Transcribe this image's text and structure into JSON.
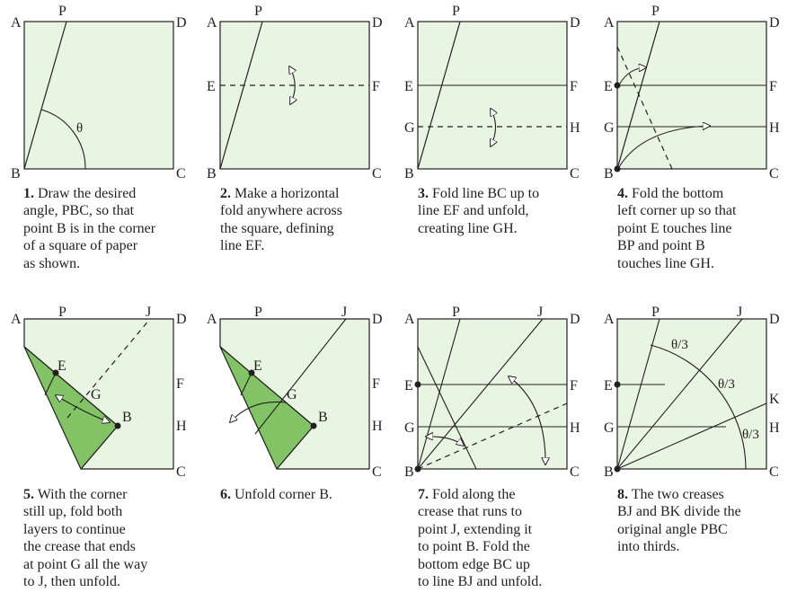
{
  "colors": {
    "paper": "#e8f5e3",
    "fold": "#82c465",
    "ink": "#231f20"
  },
  "labels": {
    "A": "A",
    "B": "B",
    "C": "C",
    "D": "D",
    "E": "E",
    "F": "F",
    "G": "G",
    "H": "H",
    "P": "P",
    "J": "J",
    "K": "K",
    "theta": "θ",
    "third": "θ/3"
  },
  "steps": [
    {
      "number": "1.",
      "text": "Draw the desired angle, PBC, so that point B is in the corner of a square of paper as shown.",
      "lines": [
        "Draw the desired",
        "angle, PBC, so that",
        "point B is in the corner",
        "of a square of paper",
        "as shown."
      ]
    },
    {
      "number": "2.",
      "text": "Make a horizontal fold anywhere across the square, defining line EF.",
      "lines": [
        "Make a horizontal",
        "fold anywhere across",
        "the square, defining",
        "line EF."
      ]
    },
    {
      "number": "3.",
      "text": "Fold line BC up to line EF and unfold, creating line GH.",
      "lines": [
        "Fold line BC up to",
        "line EF and unfold,",
        "creating line GH."
      ]
    },
    {
      "number": "4.",
      "text": "Fold the bottom left corner up so that point E touches line BP and point B touches line GH.",
      "lines": [
        "Fold the bottom",
        "left corner up so that",
        "point E touches line",
        "BP and point B",
        "touches line GH."
      ]
    },
    {
      "number": "5.",
      "text": "With the corner still up, fold both layers to continue the crease that ends at point G all the way to J, then unfold.",
      "lines": [
        "With the corner",
        "still up, fold both",
        "layers to continue",
        "the crease that ends",
        "at point G all the way",
        "to J, then unfold."
      ]
    },
    {
      "number": "6.",
      "text": "Unfold corner B.",
      "lines": [
        "Unfold corner B."
      ]
    },
    {
      "number": "7.",
      "text": "Fold along the crease that runs to point J, extending it to point B. Fold the bottom edge BC up to line BJ and unfold.",
      "lines": [
        "Fold along the",
        "crease that runs to",
        "point J, extending it",
        "to point B. Fold the",
        "bottom edge BC up",
        "to line BJ and unfold."
      ]
    },
    {
      "number": "8.",
      "text": "The two creases BJ and BK divide the original angle PBC into thirds.",
      "lines": [
        "The two creases",
        "BJ and BK divide the",
        "original angle PBC",
        "into thirds."
      ]
    }
  ]
}
